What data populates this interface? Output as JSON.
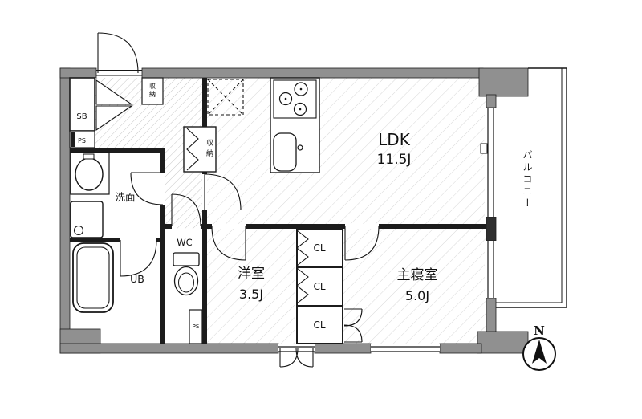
{
  "plan": {
    "colors": {
      "wall_gray": "#909090",
      "line_black": "#1c1c1c"
    },
    "rooms": {
      "ldk": {
        "name": "LDK",
        "size": "11.5J"
      },
      "western_room": {
        "name": "洋室",
        "size": "3.5J"
      },
      "master_bedroom": {
        "name": "主寝室",
        "size": "5.0J"
      },
      "washroom": {
        "name": "洗面"
      },
      "toilet": {
        "name": "WC"
      },
      "unit_bath": {
        "name": "UB"
      },
      "shoe_box": {
        "name": "SB"
      },
      "balcony": {
        "name": "バルコニー"
      }
    },
    "closets": {
      "cl_top": "CL",
      "cl_middle": "CL",
      "cl_bottom": "CL"
    },
    "storages": {
      "entrance": "収納",
      "hallway": "収納"
    },
    "pipe_spaces": {
      "left": "PS",
      "wc": "PS"
    },
    "compass": {
      "north": "N"
    }
  }
}
